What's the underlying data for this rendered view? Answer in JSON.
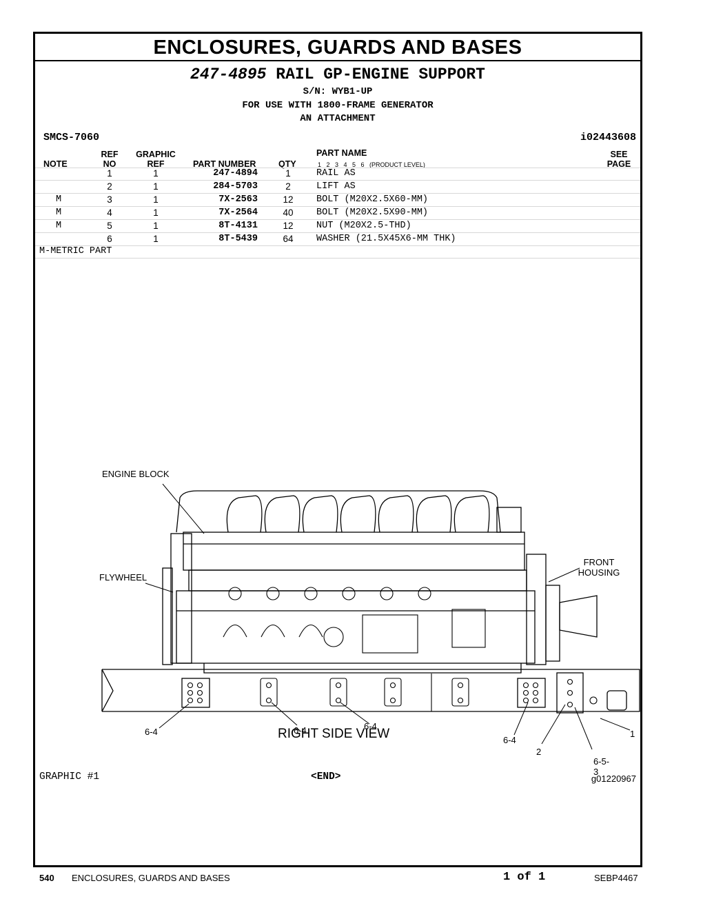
{
  "section_title": "ENCLOSURES, GUARDS AND BASES",
  "group": {
    "part_number": "247-4895",
    "name": "RAIL GP-ENGINE SUPPORT",
    "serial": "S/N: WYB1-UP",
    "usage": "FOR USE WITH 1800-FRAME GENERATOR",
    "attachment": "AN ATTACHMENT"
  },
  "smcs": "SMCS-7060",
  "illustration_id": "i02443608",
  "table": {
    "headers": {
      "note": "NOTE",
      "ref_top": "REF",
      "ref_bottom": "NO",
      "graphic_top": "GRAPHIC",
      "graphic_bottom": "REF",
      "part_number": "PART NUMBER",
      "qty": "QTY",
      "part_name": "PART NAME",
      "levels": "1   2   3   4   5   6   (PRODUCT LEVEL)",
      "see_top": "SEE",
      "see_bottom": "PAGE"
    },
    "rows": [
      {
        "note": "",
        "ref": "1",
        "graphic": "1",
        "part": "247-4894",
        "qty": "1",
        "name": "RAIL AS"
      },
      {
        "note": "",
        "ref": "2",
        "graphic": "1",
        "part": "284-5703",
        "qty": "2",
        "name": "LIFT AS"
      },
      {
        "note": "M",
        "ref": "3",
        "graphic": "1",
        "part": "7X-2563",
        "qty": "12",
        "name": "BOLT (M20X2.5X60-MM)"
      },
      {
        "note": "M",
        "ref": "4",
        "graphic": "1",
        "part": "7X-2564",
        "qty": "40",
        "name": "BOLT (M20X2.5X90-MM)"
      },
      {
        "note": "M",
        "ref": "5",
        "graphic": "1",
        "part": "8T-4131",
        "qty": "12",
        "name": "NUT (M20X2.5-THD)"
      },
      {
        "note": "",
        "ref": "6",
        "graphic": "1",
        "part": "8T-5439",
        "qty": "64",
        "name": "WASHER (21.5X45X6-MM THK)"
      }
    ],
    "footnote": "M-METRIC PART"
  },
  "figure": {
    "labels": {
      "engine_block": "ENGINE BLOCK",
      "flywheel": "FLYWHEEL",
      "front_housing_1": "FRONT",
      "front_housing_2": "HOUSING",
      "c64a": "6-4",
      "c64b": "6-4",
      "c64c": "6-4",
      "c64d": "6-4",
      "c2": "2",
      "c653": "6-5-3",
      "c1": "1"
    },
    "view_title": "RIGHT SIDE VIEW"
  },
  "graphic_label": "GRAPHIC #1",
  "end_label": "<END>",
  "graphic_number": "g01220967",
  "footer": {
    "page_number": "540",
    "section": "ENCLOSURES, GUARDS AND BASES",
    "page_of": "1 of 1",
    "doc_id": "SEBP4467"
  }
}
